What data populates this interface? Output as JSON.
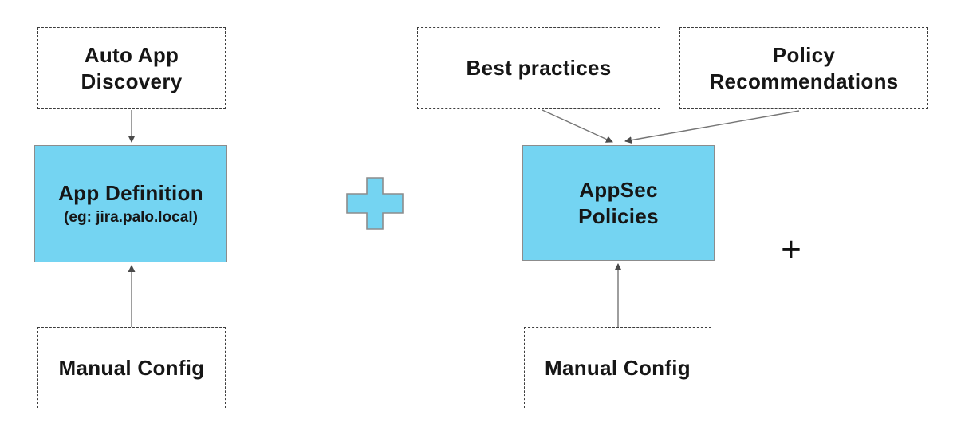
{
  "diagram": {
    "nodes": {
      "auto_app_discovery": {
        "label": "Auto App Discovery"
      },
      "app_definition": {
        "label": "App Definition",
        "sublabel": "(eg: jira.palo.local)"
      },
      "manual_config_left": {
        "label": "Manual Config"
      },
      "best_practices": {
        "label": "Best practices"
      },
      "policy_recommendations": {
        "label": "Policy Recommendations"
      },
      "appsec_policies": {
        "label": "AppSec Policies"
      },
      "manual_config_right": {
        "label": "Manual Config"
      }
    },
    "operators": {
      "plus_large_icon": "plus-cross",
      "plus_small": "+"
    },
    "colors": {
      "node_fill": "#74d4f2",
      "node_border": "#8c8c8c",
      "dashed_border": "#3d3d3d",
      "arrow": "#757575",
      "arrowhead": "#4a4a4a",
      "text": "#161616",
      "background": "#ffffff"
    }
  }
}
